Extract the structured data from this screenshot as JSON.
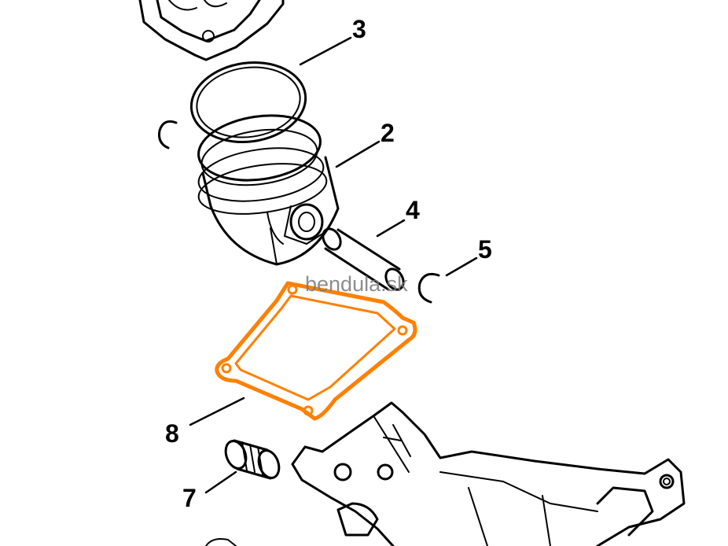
{
  "parts": [
    {
      "number": "3",
      "name": "piston rings"
    },
    {
      "number": "2",
      "name": "piston"
    },
    {
      "number": "4",
      "name": "piston pin"
    },
    {
      "number": "5",
      "name": "hookless snap ring"
    },
    {
      "number": "8",
      "name": "cylinder gasket"
    },
    {
      "number": "7",
      "name": "needle cage"
    }
  ],
  "watermark": "bendula.sk",
  "highlight": {
    "part": "8",
    "color": "#ff8000"
  },
  "colors": {
    "ink": "#000000",
    "background": "#ffffff"
  }
}
